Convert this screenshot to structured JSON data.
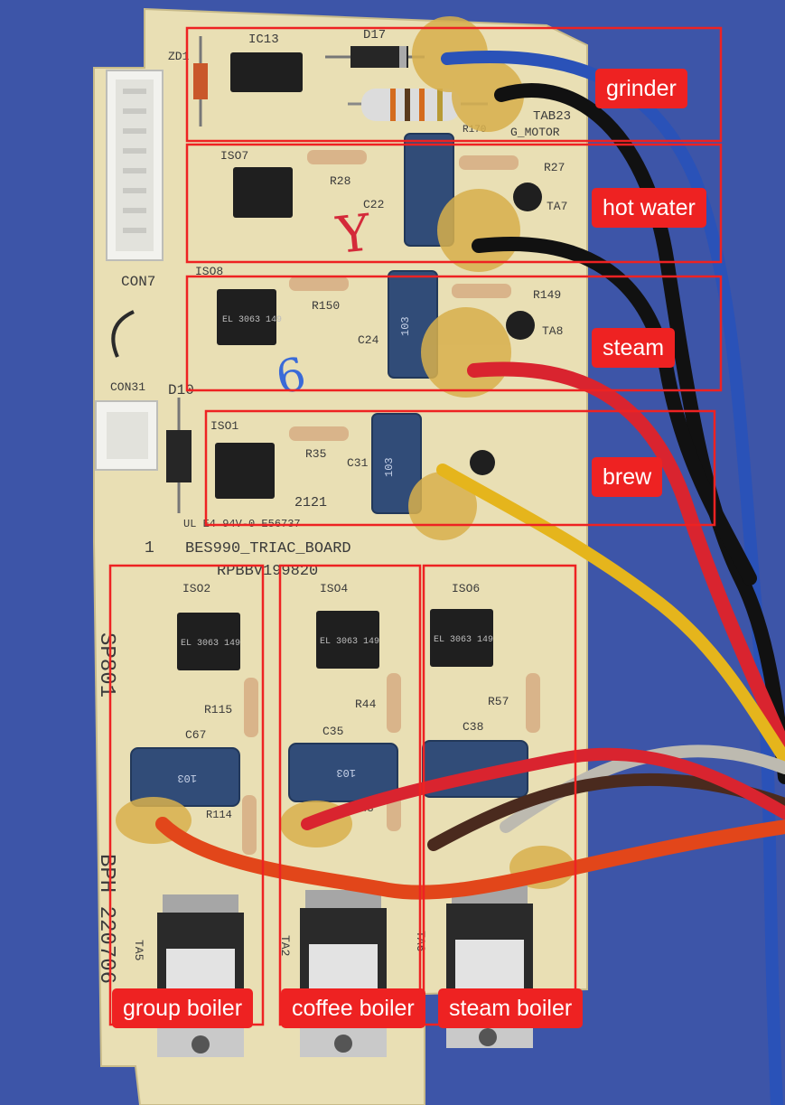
{
  "board_silkscreen": {
    "board_name": "BES990_TRIAC_BOARD",
    "part_number": "RPBBV199820",
    "batch": "BPH 220706",
    "model": "SP801",
    "ul_mark": "UL E4 94V-0 E56737",
    "board_number": "1",
    "lot_code": "2121",
    "part_refs": [
      "ZD1",
      "IC13",
      "D17",
      "R170",
      "TAB23",
      "G_MOTOR",
      "ISO7",
      "R28",
      "C22",
      "R27",
      "TA7",
      "CON7",
      "ISO8",
      "R150",
      "C24",
      "R149",
      "TA8",
      "CON31",
      "D10",
      "ISO1",
      "R35",
      "C31",
      "ISO2",
      "ISO4",
      "ISO6",
      "R115",
      "R44",
      "R57",
      "C67",
      "C35",
      "C38",
      "R114",
      "R43",
      "TA5",
      "TA2",
      "TA6"
    ]
  },
  "handwritten_marks": [
    "Y",
    "6"
  ],
  "capacitor_marking": "103",
  "optocoupler_marking": "EL 3063 149",
  "highlight_color": "#ee2222",
  "annotations": [
    {
      "id": "grinder",
      "label": "grinder"
    },
    {
      "id": "hot-water",
      "label": "hot water"
    },
    {
      "id": "steam",
      "label": "steam"
    },
    {
      "id": "brew",
      "label": "brew"
    },
    {
      "id": "group-boiler",
      "label": "group boiler"
    },
    {
      "id": "coffee-boiler",
      "label": "coffee boiler"
    },
    {
      "id": "steam-boiler",
      "label": "steam boiler"
    }
  ]
}
